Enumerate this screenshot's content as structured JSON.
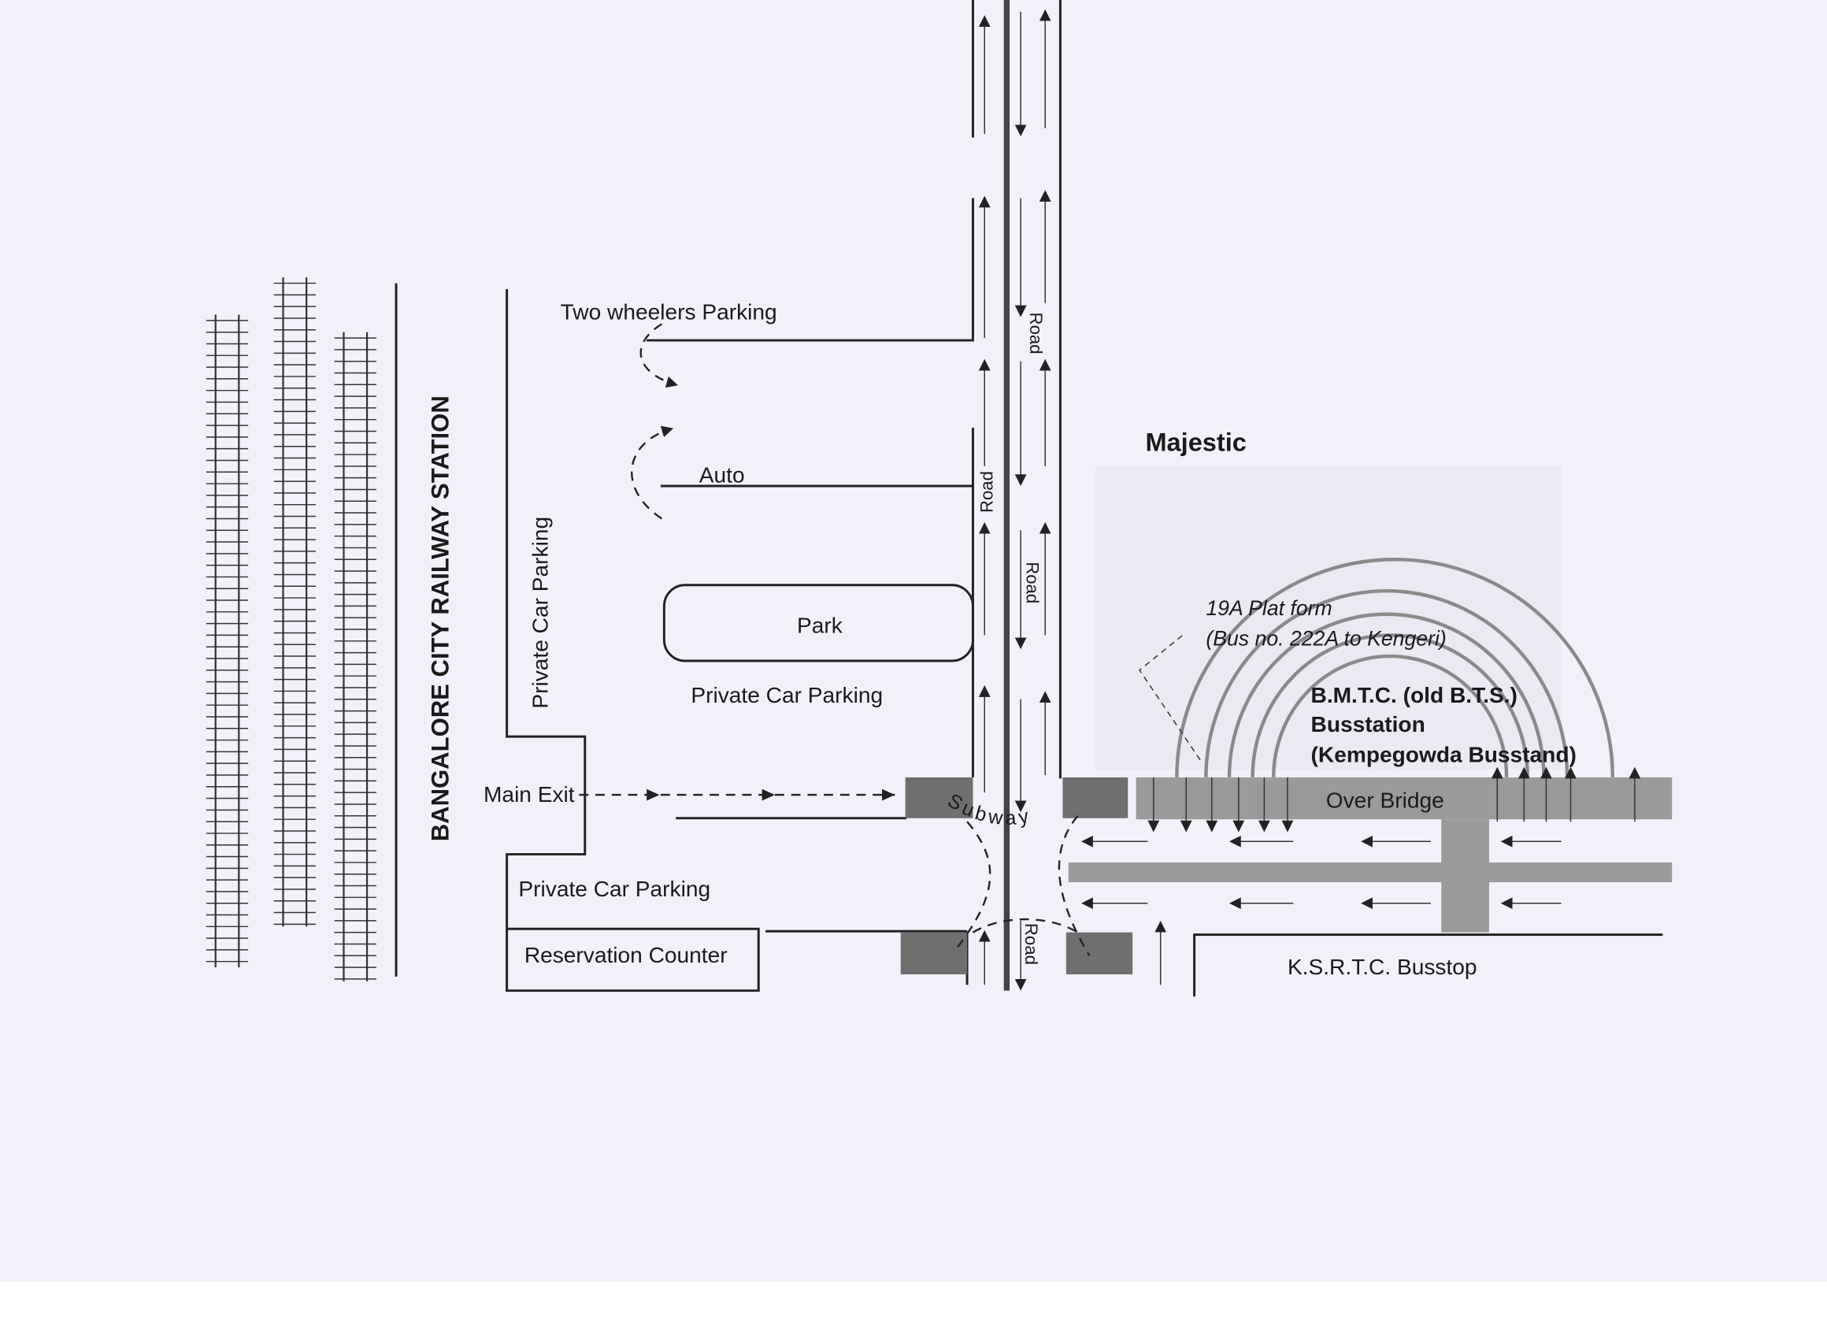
{
  "title": "BANGALORE CITY RAILWAY STATION",
  "labels": {
    "majestic": "Majestic",
    "two_wheelers": "Two wheelers  Parking",
    "auto": "Auto",
    "park": "Park",
    "private_parking_vertical": "Private Car Parking",
    "private_parking_park": "Private Car Parking",
    "private_parking_lower": "Private Car Parking",
    "main_exit": "Main Exit",
    "reservation": "Reservation Counter",
    "road": "Road",
    "subway": "Subway",
    "platform": "19A Plat form",
    "platform_bus": "(Bus no. 222A to Kengeri)",
    "bmtc_1": "B.M.T.C. (old B.T.S.)",
    "bmtc_2": "Busstation",
    "bmtc_3": "(Kempegowda Busstand)",
    "over_bridge": "Over Bridge",
    "ksrtc": "K.S.R.T.C. Busstop"
  },
  "colors": {
    "page": "#f1f2f9",
    "block_dark": "#6f6f6f",
    "bridge": "#9a9a9a",
    "ink": "#1a1a1a"
  }
}
